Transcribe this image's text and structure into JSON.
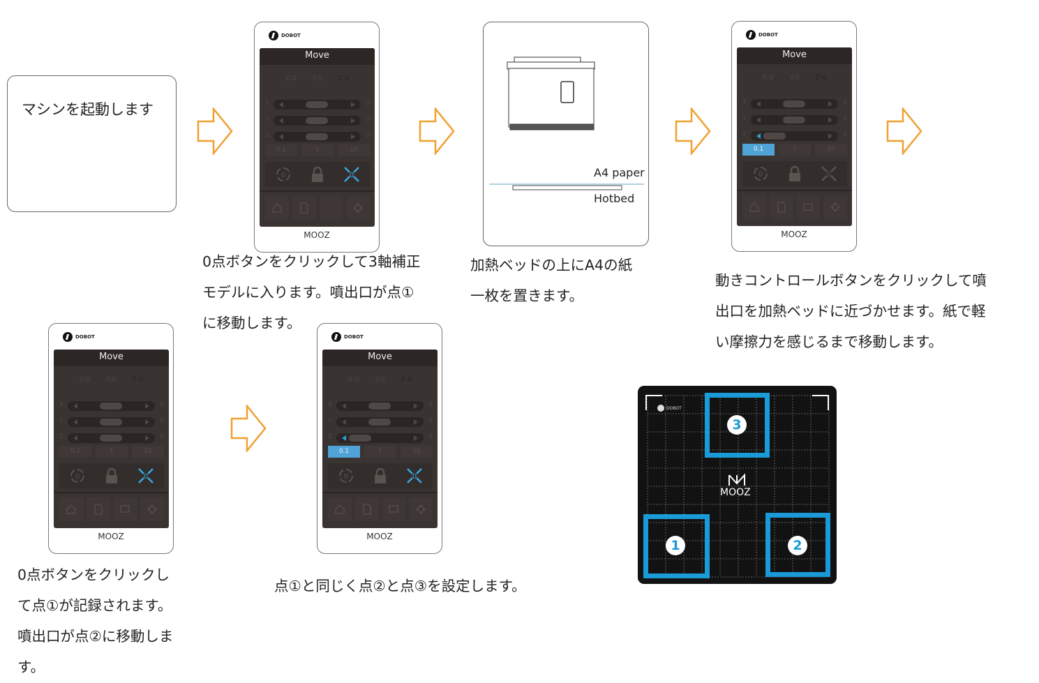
{
  "steps": {
    "start": "マシンを起動します",
    "step1": [
      "0点ボタンをクリックして3軸補正",
      "モデルに入ります。噴出口が点①",
      "に移動します。"
    ],
    "step2": [
      "加熱ベッドの上にA4の紙",
      "一枚を置きます。"
    ],
    "step3": [
      "動きコントロールボタンをクリックして噴",
      "出口を加熱ベッドに近づかせます。紙で軽",
      "い摩擦力を感じるまで移動します。"
    ],
    "step4": [
      "0点ボタンをクリックし",
      "て点①が記録されます。",
      "噴出口が点②に移動しま",
      "す。"
    ],
    "step5": "点①と同じく点②と点③を設定します。"
  },
  "phone": {
    "brand": "DOBOT",
    "title": "Move",
    "coords": [
      "X:0",
      "Y:0",
      "Z:0"
    ],
    "axes": [
      "X",
      "Y",
      "Z"
    ],
    "axis_value": "0",
    "step_sizes": [
      "0.1",
      "1",
      "10"
    ],
    "model": "MOOZ"
  },
  "diagram": {
    "a4_label": "A4 paper",
    "hotbed_label": "Hotbed"
  },
  "bed": {
    "brand": "DOBOT",
    "model": "MOOZ",
    "points": [
      "1",
      "2",
      "3"
    ]
  },
  "colors": {
    "accent": "#1a9ad6",
    "arrow": "#f0a030"
  }
}
